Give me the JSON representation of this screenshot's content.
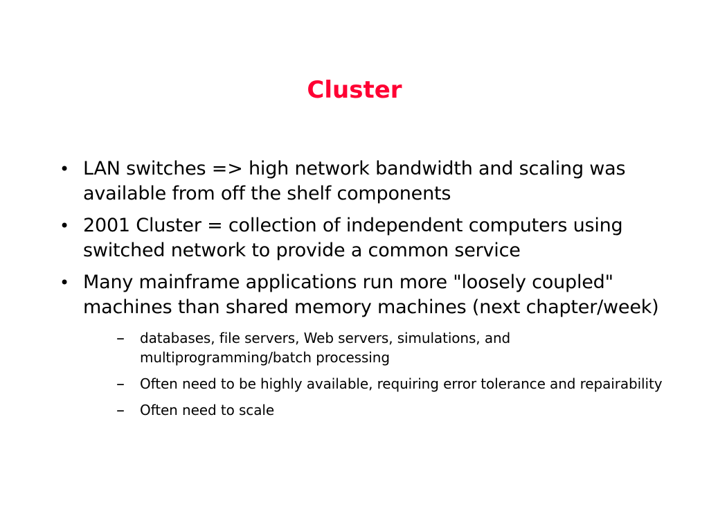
{
  "slide": {
    "title": "Cluster",
    "title_color": "#ff0033",
    "bullet_marker": "•",
    "sub_marker": "–",
    "bullets": [
      "LAN switches => high network bandwidth and scaling was available from off the shelf components",
      "2001 Cluster = collection of independent computers using switched network to provide a common service",
      "Many mainframe applications run more \"loosely coupled\" machines than shared memory machines (next chapter/week)"
    ],
    "sub_bullets": [
      " databases, file servers, Web servers, simulations, and multiprogramming/batch processing",
      "Often need to be highly available, requiring error tolerance and repairability",
      "Often need to scale"
    ]
  }
}
